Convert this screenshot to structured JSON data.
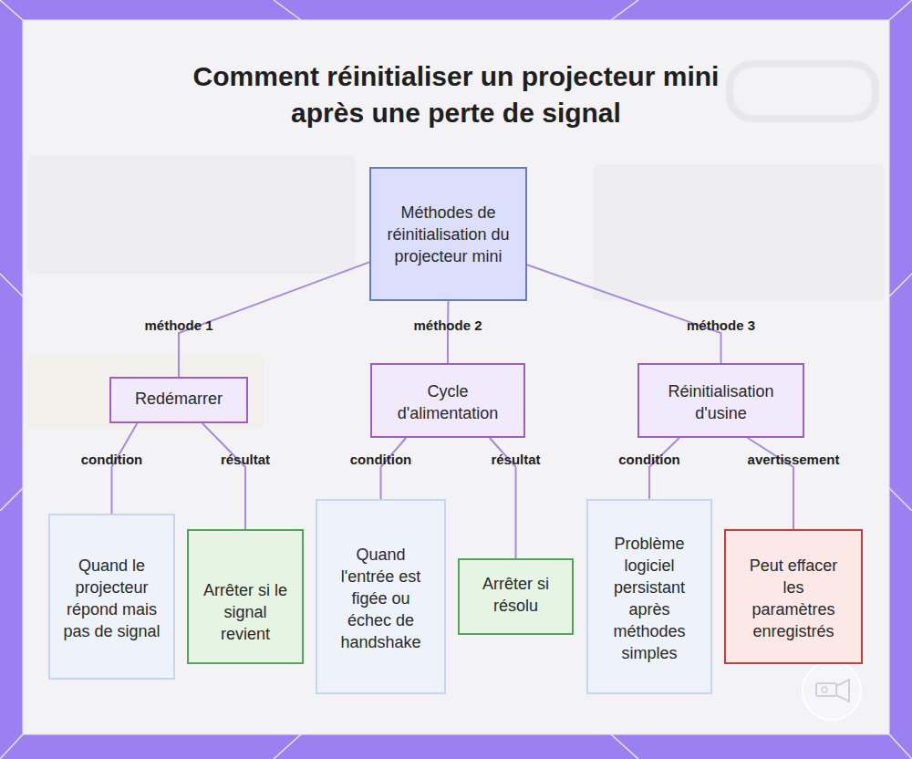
{
  "diagram": {
    "title": "Comment réinitialiser un projecteur mini après une perte de signal",
    "nodes": [
      {
        "text": [
          "Méthodes de réinitialisation du projecteur mini"
        ]
      },
      {
        "text": [
          "Redémarrer"
        ]
      },
      {
        "text": [
          "Cycle d'alimentation"
        ]
      },
      {
        "text": [
          "Réinitialisation d'usine"
        ]
      },
      {
        "text": [
          "Quand le projecteur répond mais pas de signal"
        ]
      },
      {
        "text": [
          "Arrêter si le signal revient"
        ]
      },
      {
        "text": [
          "Quand l'entrée est figée ou échec de handshake"
        ]
      },
      {
        "text": [
          "Arrêter si résolu"
        ]
      },
      {
        "text": [
          "Problème logiciel persistant après méthodes simples"
        ]
      },
      {
        "text": [
          "Peut effacer les paramètres enregistrés"
        ]
      }
    ],
    "edges": [
      {
        "from": 0,
        "to": 1,
        "label": "méthode 1",
        "arrow": "none"
      },
      {
        "from": 0,
        "to": 2,
        "label": "méthode 2",
        "arrow": "none"
      },
      {
        "from": 0,
        "to": 3,
        "label": "méthode 3",
        "arrow": "none"
      },
      {
        "from": 1,
        "to": 4,
        "label": "condition",
        "arrow": "none"
      },
      {
        "from": 1,
        "to": 5,
        "label": "résultat",
        "arrow": "none"
      },
      {
        "from": 2,
        "to": 6,
        "label": "condition",
        "arrow": "none"
      },
      {
        "from": 2,
        "to": 7,
        "label": "résultat",
        "arrow": "none"
      },
      {
        "from": 3,
        "to": 8,
        "label": "condition",
        "arrow": "none"
      },
      {
        "from": 3,
        "to": 9,
        "label": "avertissement",
        "arrow": "none"
      }
    ]
  }
}
